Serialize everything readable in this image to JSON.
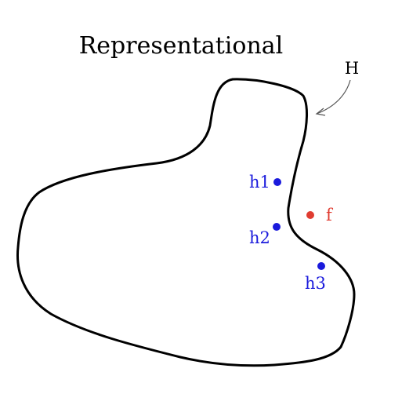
{
  "title": "Representational",
  "region": {
    "label": "H",
    "outline_color": "#000000"
  },
  "points": [
    {
      "id": "h1",
      "label": "h1",
      "color": "#1a1adc"
    },
    {
      "id": "h2",
      "label": "h2",
      "color": "#1a1adc"
    },
    {
      "id": "h3",
      "label": "h3",
      "color": "#1a1adc"
    },
    {
      "id": "f",
      "label": "f",
      "color": "#e03c31"
    }
  ]
}
